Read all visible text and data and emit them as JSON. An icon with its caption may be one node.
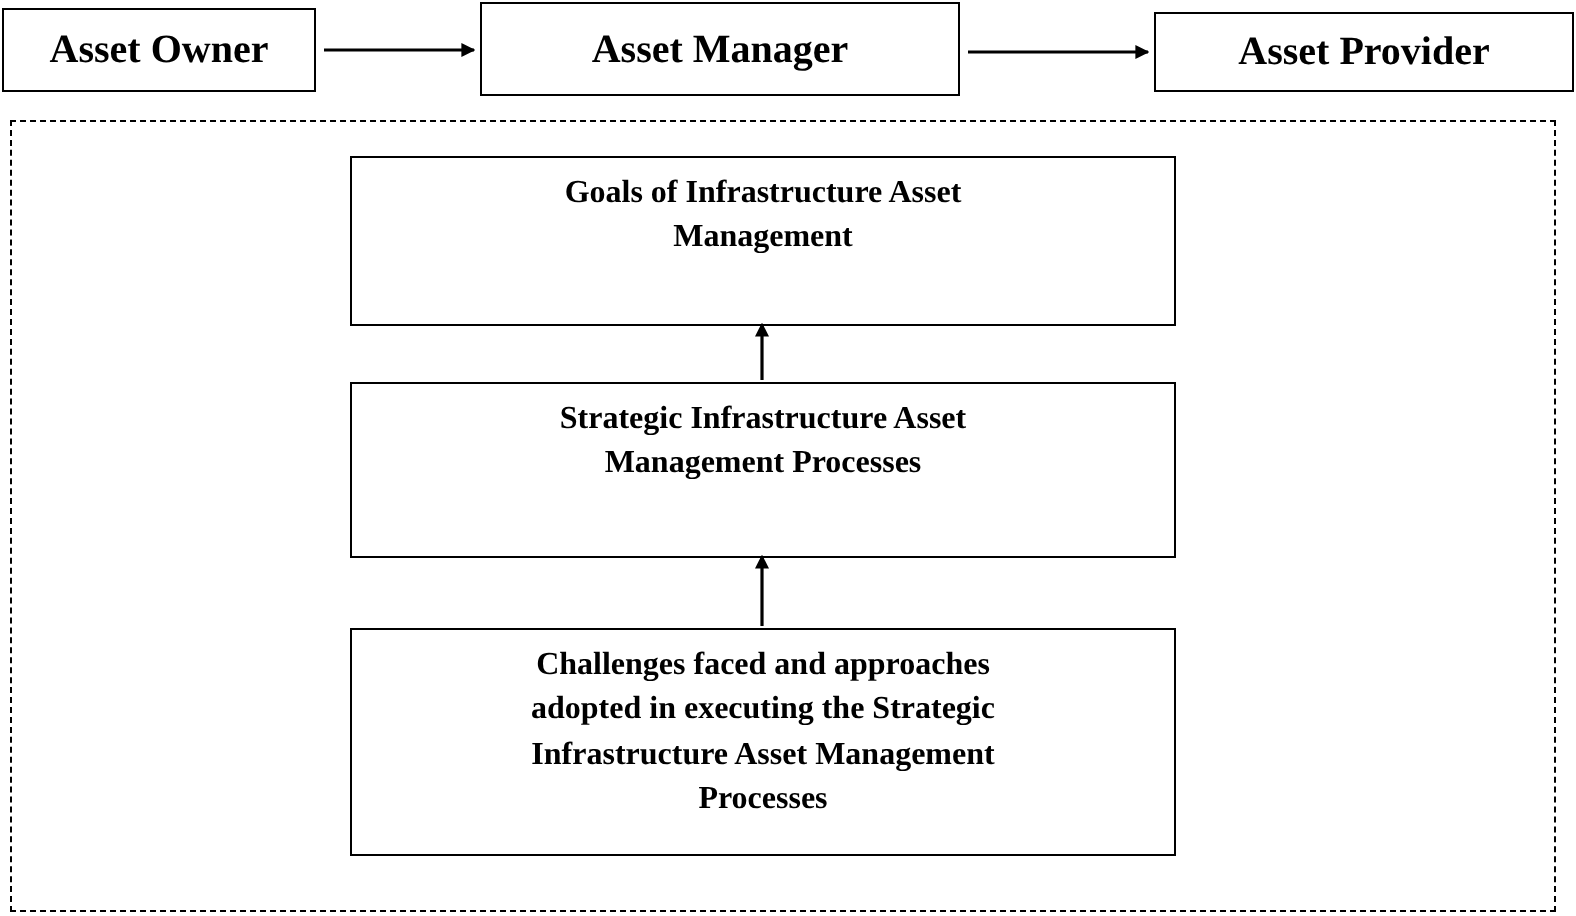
{
  "diagram": {
    "nodes": [
      {
        "text": [
          "Asset Owner"
        ]
      },
      {
        "text": [
          "Asset Manager"
        ]
      },
      {
        "text": [
          "Asset Provider"
        ]
      },
      {
        "text": [],
        "shape": "box"
      },
      {
        "text": [
          "Goals of Infrastructure Asset Management"
        ],
        "in": 3
      },
      {
        "text": [
          "Strategic Infrastructure Asset Management Processes"
        ],
        "in": 3
      },
      {
        "text": [
          "Challenges faced and approaches adopted in executing the Strategic Infrastructure Asset Management Processes"
        ],
        "in": 3
      }
    ],
    "edges": [
      {
        "from": 0,
        "to": 1,
        "arrow": "to"
      },
      {
        "from": 1,
        "to": 2,
        "arrow": "to"
      },
      {
        "from": 5,
        "to": 4,
        "arrow": "to"
      },
      {
        "from": 6,
        "to": 5,
        "arrow": "to"
      }
    ]
  }
}
